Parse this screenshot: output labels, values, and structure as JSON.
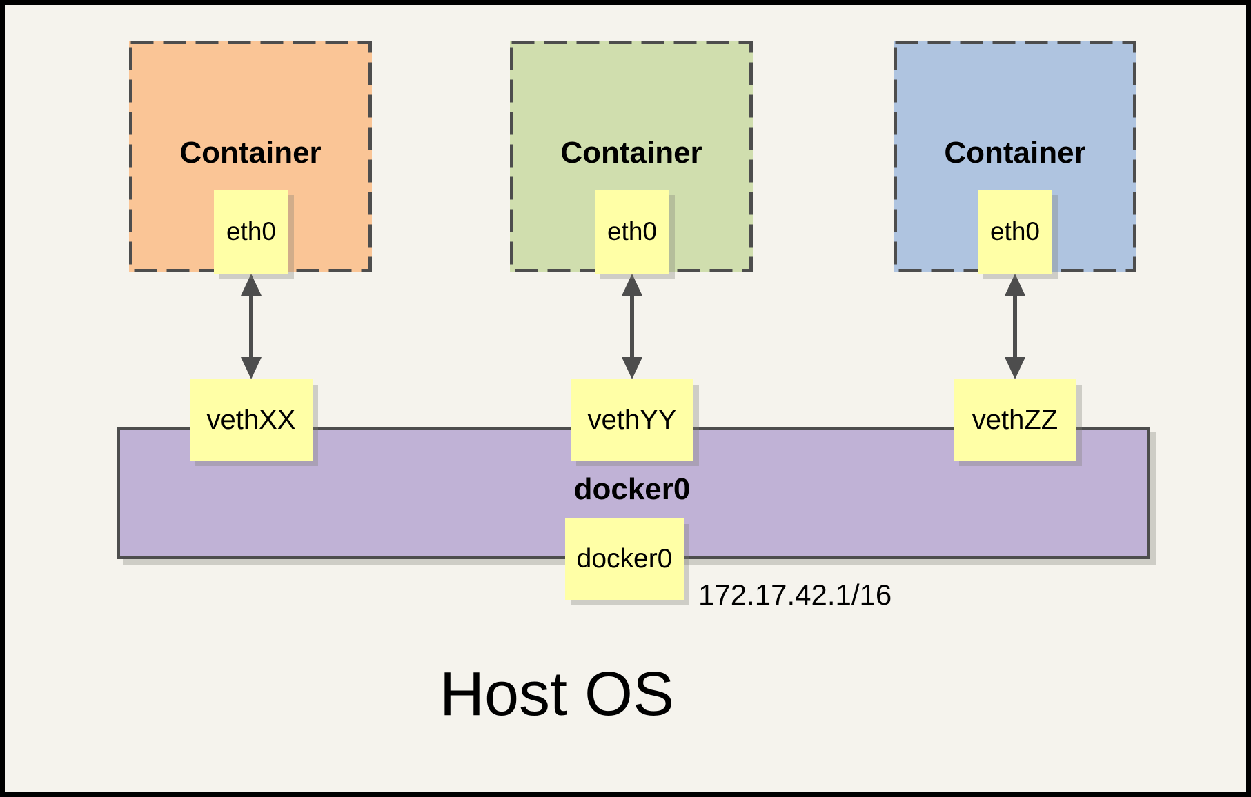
{
  "colors": {
    "background": "#F5F3ED",
    "frame": "#000000",
    "line": "#4D4D4D",
    "note_fill": "#FFFFA6",
    "bridge_fill": "#C0B2D6"
  },
  "containers": [
    {
      "label": "Container",
      "interface": "eth0",
      "veth": "vethXX",
      "fill": "#FAC596"
    },
    {
      "label": "Container",
      "interface": "eth0",
      "veth": "vethYY",
      "fill": "#D0DEAE"
    },
    {
      "label": "Container",
      "interface": "eth0",
      "veth": "vethZZ",
      "fill": "#AFC4E0"
    }
  ],
  "bridge": {
    "label": "docker0",
    "interface": "docker0",
    "ip": "172.17.42.1/16",
    "fill": "#C0B2D6"
  },
  "host": {
    "label": "Host OS"
  }
}
